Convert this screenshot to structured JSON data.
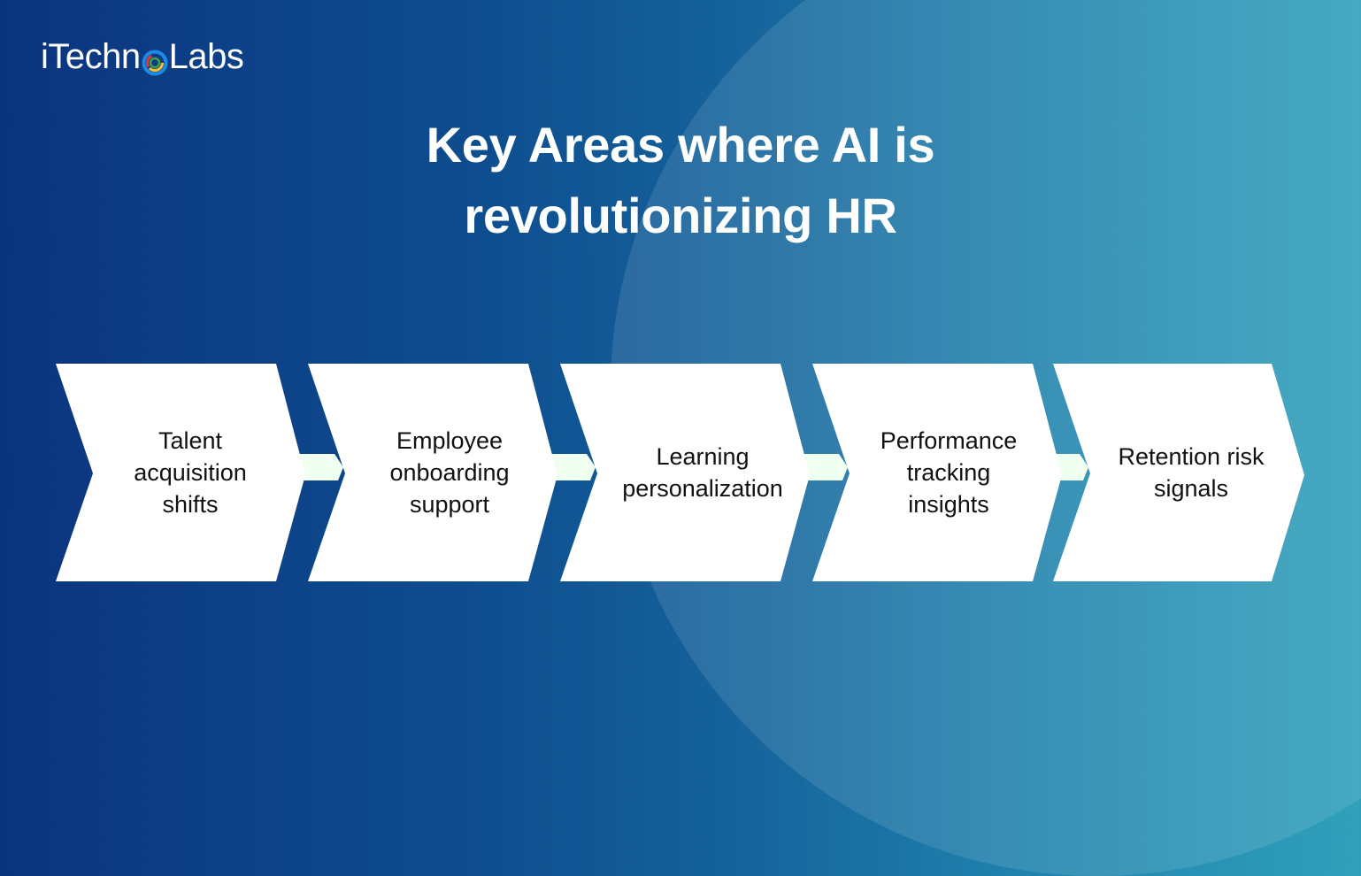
{
  "brand": {
    "logo_prefix": "iTechn",
    "logo_suffix": "Labs",
    "logo_ring_colors": [
      "#e53935",
      "#fbc02d",
      "#43a047",
      "#1e88e5"
    ]
  },
  "title": {
    "line1": "Key Areas where AI is",
    "line2": "revolutionizing HR"
  },
  "colors": {
    "bg_left": "#0b347f",
    "bg_right": "#30a0bb",
    "chevron_fill": "#ffffff",
    "connector_fill": "#effff0",
    "text": "#111111"
  },
  "steps": [
    {
      "label_lines": [
        "Talent",
        "acquisition",
        "shifts"
      ]
    },
    {
      "label_lines": [
        "Employee",
        "onboarding",
        "support"
      ]
    },
    {
      "label_lines": [
        "Learning",
        "personalization"
      ]
    },
    {
      "label_lines": [
        "Performance",
        "tracking",
        "insights"
      ]
    },
    {
      "label_lines": [
        "Retention risk",
        "signals"
      ]
    }
  ]
}
